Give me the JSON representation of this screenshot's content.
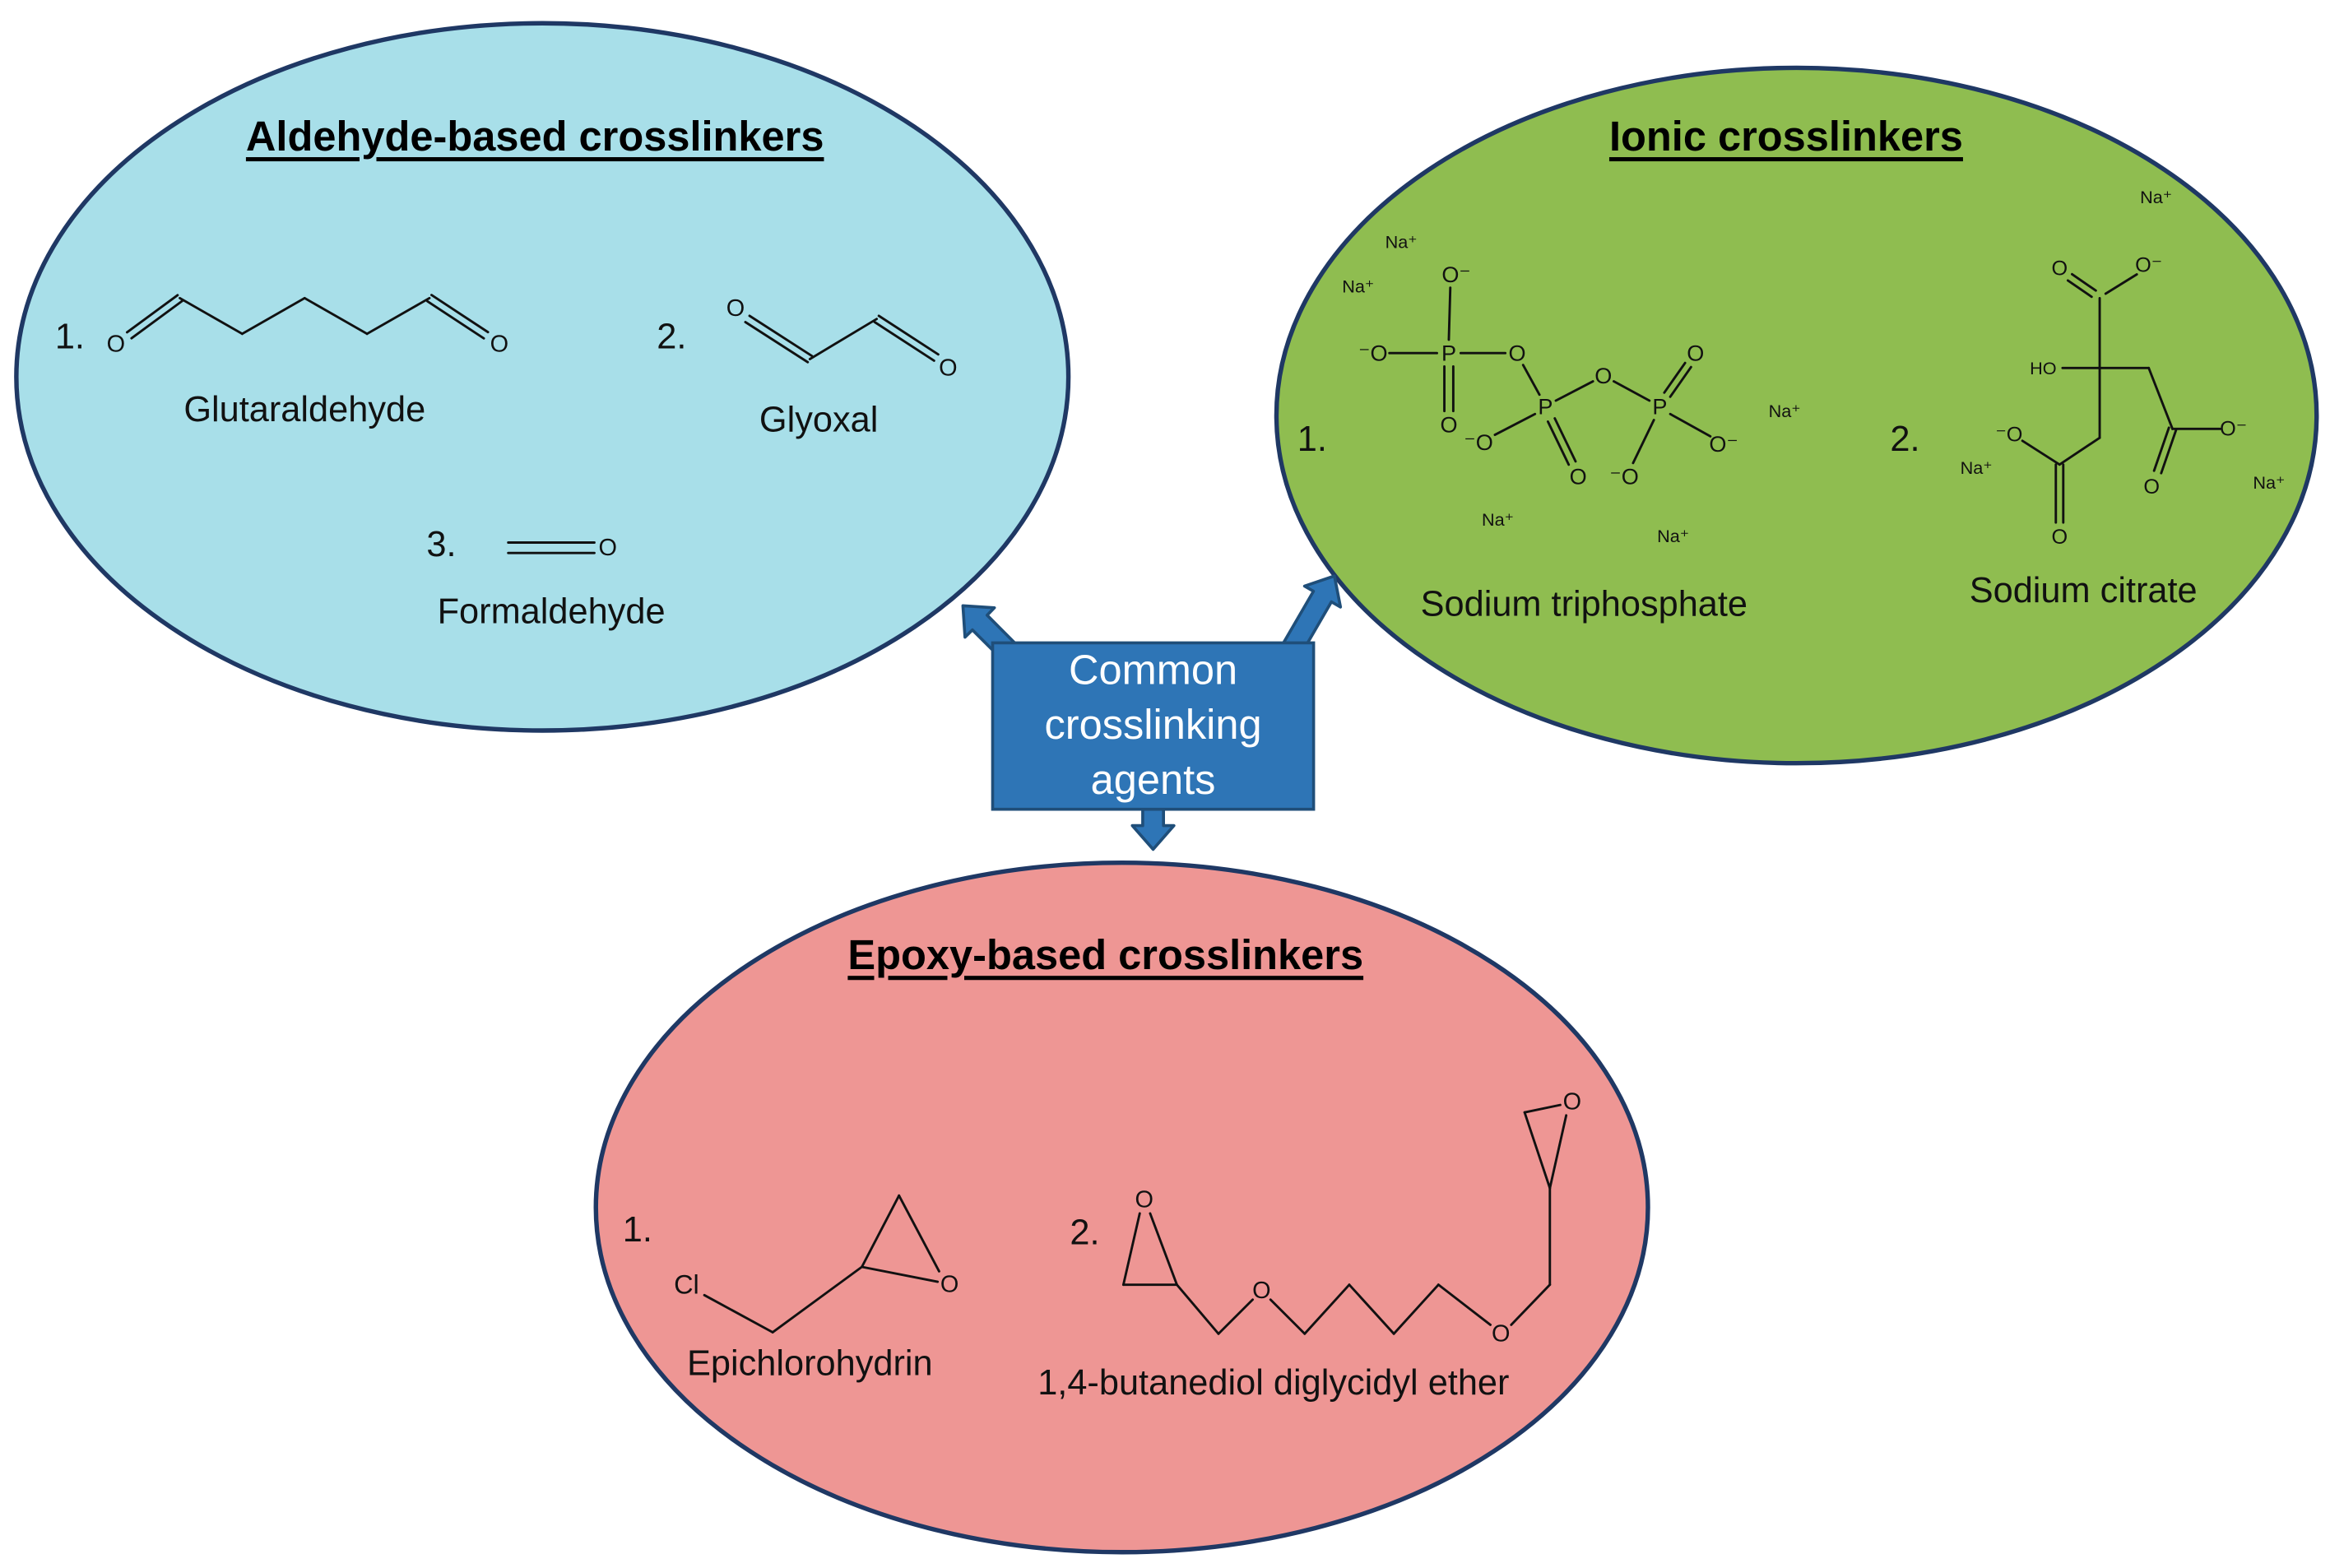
{
  "hub": {
    "lines": [
      "Common",
      "crosslinking",
      "agents"
    ],
    "color": "#2e75b6"
  },
  "groups": {
    "aldehyde": {
      "title": "Aldehyde-based crosslinkers",
      "color": "#a8dfe9",
      "items": [
        {
          "number": "1.",
          "name": "Glutaraldehyde",
          "atoms": [
            "O",
            "O"
          ]
        },
        {
          "number": "2.",
          "name": "Glyoxal",
          "atoms": [
            "O",
            "O"
          ]
        },
        {
          "number": "3.",
          "name": "Formaldehyde",
          "atoms": [
            "O"
          ]
        }
      ]
    },
    "ionic": {
      "title": "Ionic crosslinkers",
      "color": "#8fbd50",
      "items": [
        {
          "number": "1.",
          "name": "Sodium triphosphate",
          "atoms": [
            "Na⁺",
            "Na⁺",
            "O⁻",
            "⁻O",
            "P",
            "O",
            "O",
            "P",
            "O",
            "P",
            "O",
            "⁻O",
            "O",
            "⁻O",
            "O⁻",
            "Na⁺",
            "Na⁺",
            "Na⁺"
          ]
        },
        {
          "number": "2.",
          "name": "Sodium citrate",
          "atoms": [
            "Na⁺",
            "O",
            "O⁻",
            "HO",
            "⁻O",
            "O",
            "O",
            "O⁻",
            "Na⁺",
            "Na⁺"
          ]
        }
      ]
    },
    "epoxy": {
      "title": "Epoxy-based crosslinkers",
      "color": "#ee9694",
      "items": [
        {
          "number": "1.",
          "name": "Epichlorohydrin",
          "atoms": [
            "Cl",
            "O"
          ]
        },
        {
          "number": "2.",
          "name": "1,4-butanediol diglycidyl ether",
          "atoms": [
            "O",
            "O",
            "O",
            "O"
          ]
        }
      ]
    }
  }
}
